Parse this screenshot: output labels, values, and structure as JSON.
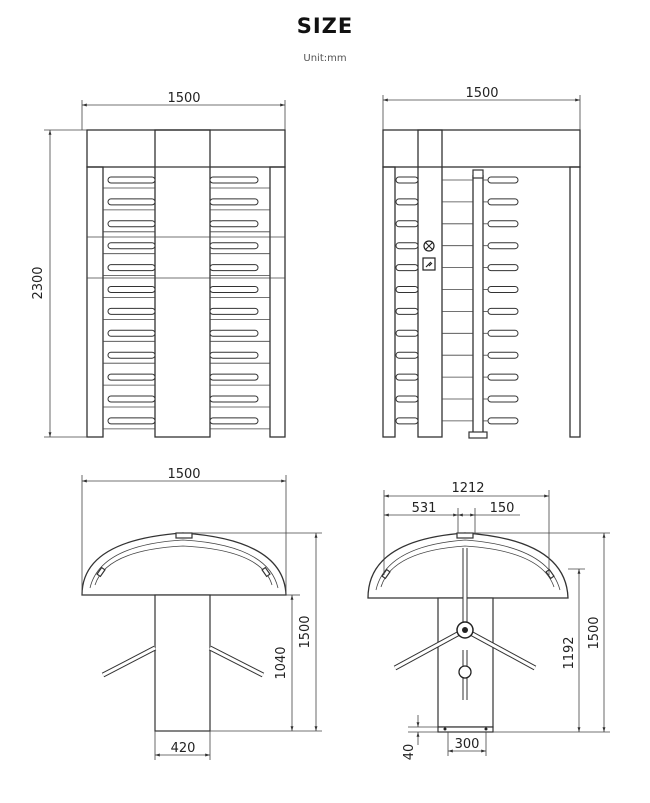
{
  "title": "SIZE",
  "unit": "Unit:mm",
  "dimensions": {
    "front_width": "1500",
    "front_height": "2300",
    "side_width": "1500",
    "top_left_width": "1500",
    "top_left_height": "1500",
    "top_left_post_height": "1040",
    "top_left_base": "420",
    "top_right_width": "1212",
    "top_right_offset": "531",
    "top_right_gap": "150",
    "top_right_height": "1500",
    "top_right_rotor_height": "1192",
    "top_right_base": "300",
    "top_right_foot": "40"
  }
}
